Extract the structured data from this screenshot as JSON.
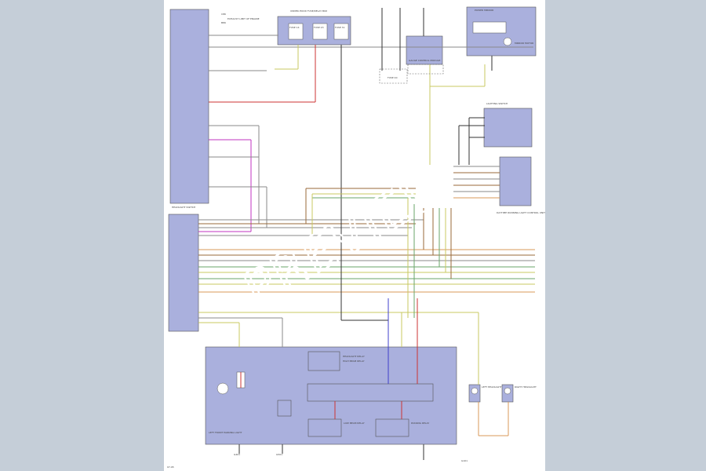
{
  "watermark": {
    "text": "PREVIEW"
  },
  "labels": {
    "top_left_wire_a": "C86",
    "top_left_wire_b": "B86",
    "engine_label": "EXHAUST LIMIT OF ENGINE",
    "fuse_box_title": "UNDER-HOOD FUSE/RELAY BOX",
    "fuse_1": "FUSE 14",
    "fuse_2": "FUSE 23",
    "fuse_3": "FUSE 31",
    "fuse_4": "FUSE 40",
    "gauge_title": "GAUGE CONTROL MODULE",
    "mirror_title": "POWER MIRROR",
    "mirror_motor": "MIRROR MOTOR",
    "headlight_switch": "HEADLIGHT SWITCH",
    "right_switch_title": "LIGHTING SWITCH",
    "daytime_unit": "DAYTIME RUNNING LIGHT CONTROL UNIT",
    "ground_1": "G401",
    "ground_2": "G501",
    "right_lamp": "RIGHT HEADLIGHT",
    "left_lamp": "LEFT HEADLIGHT",
    "bottom_left_lamp": "LEFT FRONT PARKING LIGHT",
    "module_a": "HEADLIGHT RELAY",
    "module_b": "HIGH BEAM RELAY",
    "module_c": "LOW BEAM RELAY",
    "module_d": "PASSING RELAY",
    "bottom_ground": "G101",
    "footer_code": "07-95"
  }
}
